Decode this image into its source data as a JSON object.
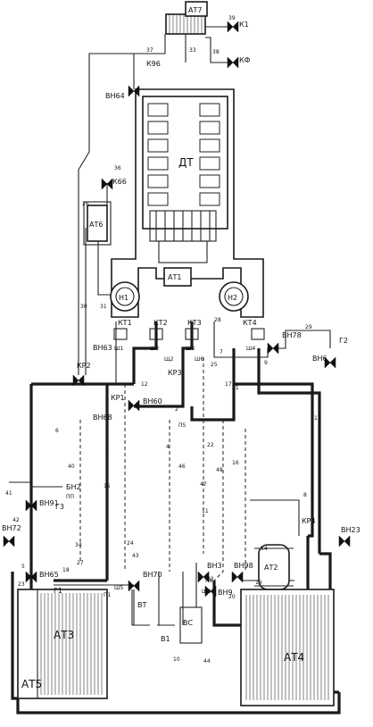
{
  "tanks": {
    "at1": "АТ1",
    "at2": "АТ2",
    "at3": "АТ3",
    "at4": "АТ4",
    "at5": "АТ5",
    "at6": "АТ6",
    "at7": "АТ7",
    "dt": "ДТ"
  },
  "heaters": {
    "n1": "Н1",
    "n2": "Н2"
  },
  "containers": {
    "vt": "ВТ",
    "v1": "В1",
    "vs": "ВС"
  },
  "valves": {
    "k1": "К1",
    "kf": "КФ",
    "k96": "К96",
    "k66": "К66",
    "kt1": "КТ1",
    "kt2": "КТ2",
    "kt3": "КТ3",
    "kt4": "КТ4",
    "kr1": "КР1",
    "kr2": "КР2",
    "kr3": "КР3",
    "kr4": "КР4",
    "vn64": "ВН64",
    "vn63": "ВН63",
    "vn68": "ВН68",
    "vn60": "ВН60",
    "vn78": "ВН78",
    "vn6": "ВН6",
    "vn91": "ВН91",
    "vn72": "ВН72",
    "vn65": "ВН65",
    "vn70": "ВН70",
    "vn3": "ВН3",
    "vn98": "ВН98",
    "vn23": "ВН23",
    "vn9": "ВН9"
  },
  "filters": {
    "sh1": "Ш1",
    "sh2": "Ш2",
    "sh3": "Ш3",
    "sh4": "Ш4",
    "sh5": "Ш5",
    "sh6": "Ш6",
    "sh8": "Ш8",
    "shch2": "Щ2"
  },
  "misc": {
    "bn2": "БН2",
    "pp": "ПП",
    "p5": "П5",
    "p1": "П1",
    "p6": "П6",
    "g1": "Г1",
    "g2": "Г2",
    "g3": "Г3"
  },
  "line_numbers": {
    "l39": "39",
    "l37": "37",
    "l33": "33",
    "l38": "38",
    "l26": "26",
    "l36": "36",
    "l30": "30",
    "l31": "31",
    "l28": "28",
    "l29": "29",
    "l40": "40",
    "l2": "2",
    "l3": "3",
    "l4": "4",
    "l5": "5",
    "l6": "6",
    "l7": "7",
    "l8": "8",
    "l9": "9",
    "l10": "10",
    "l11": "11",
    "l12": "12",
    "l13": "13",
    "l14": "14",
    "l15": "15",
    "l16": "16",
    "l17": "17",
    "l18": "18",
    "l19": "19",
    "l20": "20",
    "l21": "21",
    "l22": "22",
    "l23": "23",
    "l24": "24",
    "l25": "25",
    "l27": "27",
    "l32": "32",
    "l34": "34",
    "l41": "41",
    "l42": "42",
    "l43": "43",
    "l44": "44",
    "l46": "46",
    "l47": "47",
    "l48": "48"
  }
}
